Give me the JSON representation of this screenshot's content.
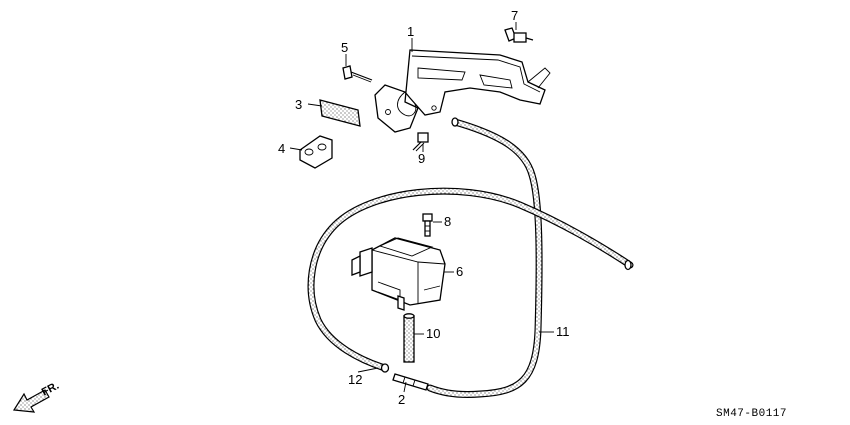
{
  "callouts": {
    "c1": "1",
    "c2": "2",
    "c3": "3",
    "c4": "4",
    "c5": "5",
    "c6": "6",
    "c7": "7",
    "c8": "8",
    "c9": "9",
    "c10": "10",
    "c11": "11",
    "c12": "12"
  },
  "direction_label": "FR.",
  "diagram_code": "SM47-B0117"
}
